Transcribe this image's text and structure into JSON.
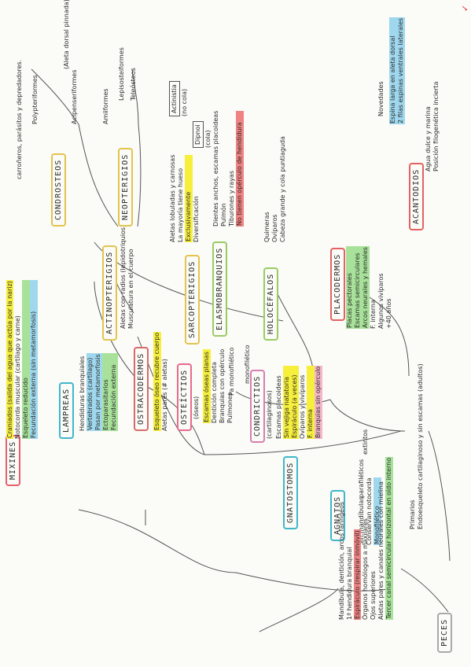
{
  "nodes": {
    "peces": "PECES",
    "agnatos": "AGNATOS",
    "gnatostomos": "GNATOSTOMOS",
    "mixines": "MIXINES",
    "lampreas": "LAMPREAS",
    "ostracodermos": "OSTRACODERMOS",
    "osteictios": "OSTEÍCTIOS",
    "condrictios": "CONDRICTIOS",
    "placodermos": "PLACODERMOS",
    "acantodios": "ACANTODIOS",
    "actinopterigios": "ACTINOPTERIGIOS",
    "sarcopterigios": "SARCOPTERIGIOS",
    "elasmobranquios": "ELASMOBRANQUIOS",
    "holocefalos": "HOLOCÉFALOS",
    "condrosteos": "CONDROSTEOS",
    "neopterigios": "NEOPTERIGIOS"
  },
  "labels": {
    "parafileticos": "parafiléticos",
    "extintos": "extintos",
    "oseos": "(óseos)",
    "cartilaginosos": "(cartilaginosos)",
    "polypteriformes": "Polypteriformes",
    "alfa_dorsal": "(Aleta dorsal pinnada)",
    "acipenseriformes": "Acipenseriformes",
    "amiiformes": "Amiiformes",
    "lepisosteiformes": "Lepisosteiformes",
    "teleosteos": "Teleósteos",
    "actinistia": "Actinistia",
    "actinistia_note": "(no cola)",
    "dipnoi": "Dipnoi",
    "dipnoi_note": "(cola)",
    "carroneros": "carroñeros, parásitos y depredadores.",
    "paramonofiletico": "Pa monofilético",
    "monofiletico": "monofilético",
    "novedades": "Novedades"
  },
  "notes": {
    "agnatos": [
      "Sin mandíbulas",
      "Conservan notocorda",
      "Monofilético"
    ],
    "agnatos_side": [
      "Primarios",
      "Endoesqueleto cartilaginoso y sin escamas (adultos)"
    ],
    "mixines": [
      "Craniados (salida del agua que actúa por la nariz)",
      "Notocorda muscular (cartílago y carne)",
      "Esqueleto reducido",
      "Fecundación externa (sin metamorfosis)"
    ],
    "lampreas": [
      "Hendiduras branquiales",
      "Vertebrados (cartílago)",
      "Pasan por metamorfosis",
      "Ectoparasitarios",
      "Fecundación externa"
    ],
    "ostracodermos": [
      "Esqueleto óseo recubre cuerpo",
      "Aletas pares (# aletas)"
    ],
    "gnatostomos": [
      "Mandíbula, dentición, arcos faríngeos",
      "1ª hendidura branquial",
      "Espiráculo (respirar inmóvil)",
      "Órganos homólogos a maxilares",
      "Ojos superiores",
      "Aletas pares y canales neurales con mielina",
      "Tercer canal semicircular horizontal en oído interno"
    ],
    "osteictios": [
      "Escamas óseas planas",
      "Dentición completa",
      "Branquias con opérculo",
      "Pulmones"
    ],
    "condrictios": [
      "Escamas placoideas",
      "Sin vejiga natatoria",
      "Espiráculo (a veces)",
      "Ovíparos y vivíparos",
      "F. interna",
      "Branquias sin opérculo"
    ],
    "placodermos": [
      "Placas pectorales",
      "Escamas semicirculares",
      "Arcos neurales y hemales",
      "F. interna",
      "Algunos vivíparos",
      "+40 años"
    ],
    "actinopterigios": [
      "Aletas con radios (lepidotriquios)",
      "Musculatura en el cuerpo"
    ],
    "sarcopterigios": [
      "Aletas lobuladas y carnosas",
      "La mayoría tiene hueso",
      "Exclusivamente",
      "Diversificación"
    ],
    "elasmobranquios": [
      "Dientes anchos, escamas placoideas",
      "Pulmón",
      "Tiburones y rayas",
      "No tienen opérculo de hendidura"
    ],
    "holocefalos": [
      "Quimeras",
      "Ovíparos",
      "Cabeza grande y cola puntiaguda"
    ],
    "acantodios": [
      "Agua dulce y marina",
      "Posición filogenética incierta"
    ],
    "novedades": [
      "Espina larga en aleta dorsal",
      "2 filas espinas ventrales laterales"
    ]
  },
  "colors": {
    "yellow": "#f6ef3c",
    "pink": "#f4b6c8",
    "green": "#a8e29a",
    "blue": "#5bb8e6",
    "orange": "#f6a35f",
    "red": "#e44e4e",
    "border_peces": "#a9a9a9",
    "border_agnatos": "#3fb7c9",
    "border_mixines": "#e7606d",
    "border_lampreas": "#3fb7c9",
    "border_ostracodermos": "#d86a6a",
    "border_gnatostomos": "#3fb7c9",
    "border_osteictios": "#e76b8c",
    "border_condrictios": "#d77fb0",
    "border_placodermos": "#e46262",
    "border_acantodios": "#e46262",
    "border_actinopterigios": "#e2c44e",
    "border_sarcopterigios": "#e2c44e",
    "border_elasmobranquios": "#9acb63",
    "border_holocefalos": "#9acb63",
    "border_condrosteos": "#e2c44e",
    "border_neopterigios": "#e2c44e"
  }
}
